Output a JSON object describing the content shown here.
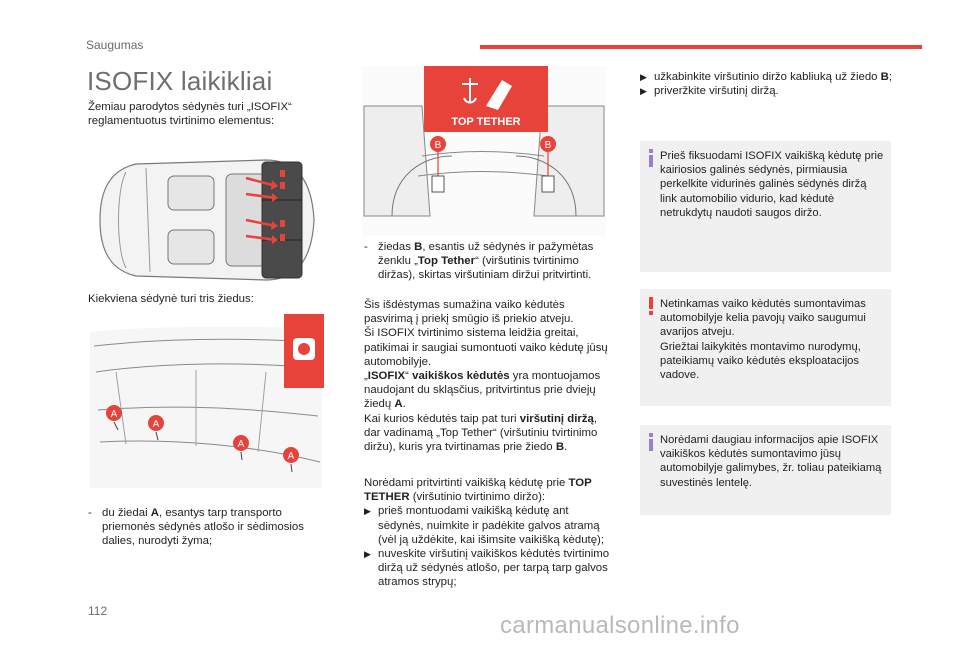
{
  "header": {
    "section": "Saugumas"
  },
  "title": "ISOFIX laikikliai",
  "intro": "Žemiau parodytos sėdynės turi „ISOFIX“ reglamentuotus tvirtinimo elementus:",
  "rings_intro": "Kiekviena sėdynė turi tris žiedus:",
  "item_a": {
    "bullet": "-",
    "pre": "du žiedai ",
    "bold": "A",
    "post": ", esantys tarp transporto priemonės sėdynės atlošo ir sėdimosios dalies, nurodyti žyma;"
  },
  "item_b": {
    "bullet": "-",
    "pre": "žiedas ",
    "bold1": "B",
    "mid": ", esantis už sėdynės ir pažymėtas ženklu „",
    "bold2": "Top Tether",
    "post": "“ (viršutinis tvirtinimo diržas), skirtas viršutiniam diržui pritvirtinti."
  },
  "middle": {
    "p1": "Šis išdėstymas sumažina vaiko kėdutės pasvirimą į priekį smūgio iš priekio atveju.",
    "p2": "Ši ISOFIX tvirtinimo sistema leidžia greitai, patikimai ir saugiai sumontuoti vaiko kėdutę jūsų automobilyje.",
    "p3_q1": "„",
    "p3_bold": "ISOFIX",
    "p3_q2": "“ ",
    "p3_bold2": "vaikiškos kėdutės",
    "p3_rest": " yra montuojamos naudojant du skląsčius, pritvirtintus prie dviejų žiedų ",
    "p3_bold3": "A",
    "p3_end": ".",
    "p4_pre": "Kai kurios kėdutės taip pat turi ",
    "p4_bold": "viršutinį diržą",
    "p4_mid": ", dar vadinamą „Top Tether“ (viršutiniu tvirtinimo diržu), kuris yra tvirtinamas prie žiedo ",
    "p4_bold2": "B",
    "p4_end": ".",
    "p5_pre": "Norėdami pritvirtinti vaikišką kėdutę prie ",
    "p5_bold": "TOP TETHER",
    "p5_post": " (viršutinio tvirtinimo diržo):",
    "steps": [
      "prieš montuodami vaikišką kėdutę ant sėdynės, nuimkite ir padėkite galvos atramą (vėl ją uždėkite, kai išimsite vaikišką kėdutę);",
      "nuveskite viršutinį vaikiškos kėdutės tvirtinimo diržą už sėdynės atlošo, per tarpą tarp galvos atramos strypų;"
    ]
  },
  "right": {
    "steps": [
      {
        "pre": "užkabinkite viršutinio diržo kabliuką už žiedo ",
        "bold": "B",
        "post": ";"
      },
      {
        "pre": "priveržkite viršutinį diržą.",
        "bold": "",
        "post": ""
      }
    ],
    "info1": "Prieš fiksuodami ISOFIX vaikišką kėdutę prie kairiosios galinės sėdynės, pirmiausia perkelkite vidurinės galinės sėdynės diržą link automobilio vidurio, kad kėdutė netrukdytų naudoti saugos diržo.",
    "warning_p1": "Netinkamas vaiko kėdutės sumontavimas automobilyje kelia pavojų vaiko saugumui avarijos atveju.",
    "warning_p2": "Griežtai laikykitės montavimo nurodymų, pateikiamų vaiko kėdutės eksploatacijos vadove.",
    "info2": "Norėdami daugiau informacijos apie ISOFIX vaikiškos kėdutės sumontavimo jūsų automobilyje galimybes, žr. toliau pateikiamą suvestinės lentelę."
  },
  "figures": {
    "top_tether_label": "TOP TETHER",
    "ring_b": "B",
    "ring_a": "A"
  },
  "page_number": "112",
  "watermark": "carmanualsonline.info",
  "colors": {
    "accent": "#e8433b",
    "info": "#9b7fc8",
    "warning": "#e8433b",
    "box_bg": "#f0f0f0"
  }
}
